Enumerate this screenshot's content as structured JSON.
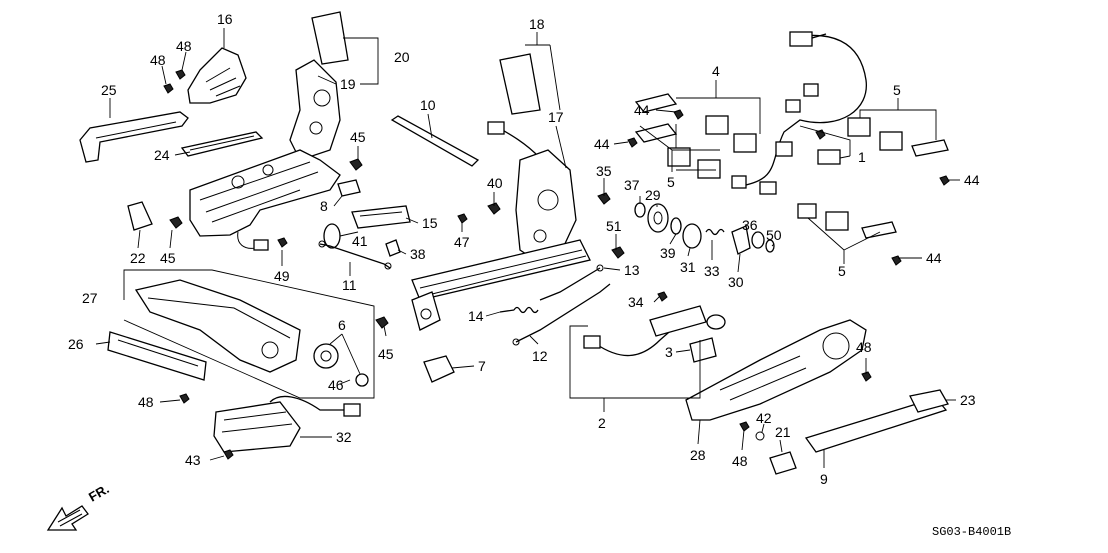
{
  "diagram": {
    "callouts": [
      "1",
      "2",
      "3",
      "4",
      "5",
      "6",
      "7",
      "8",
      "9",
      "10",
      "11",
      "12",
      "13",
      "14",
      "15",
      "16",
      "17",
      "18",
      "19",
      "20",
      "21",
      "22",
      "23",
      "24",
      "25",
      "26",
      "27",
      "28",
      "29",
      "30",
      "31",
      "32",
      "33",
      "34",
      "35",
      "36",
      "37",
      "38",
      "39",
      "40",
      "41",
      "42",
      "43",
      "44",
      "45",
      "46",
      "47",
      "48",
      "49",
      "50",
      "51"
    ],
    "diagram_code": "SG03-B4001B",
    "direction_label": "FR.",
    "icons": {
      "direction": "front-arrow-icon"
    }
  }
}
